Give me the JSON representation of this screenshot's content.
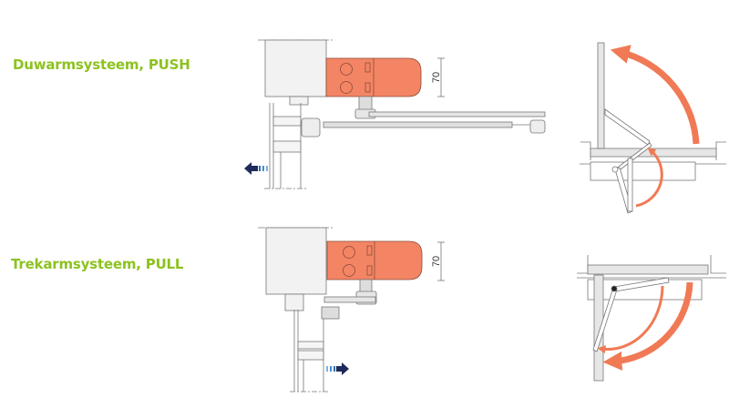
{
  "sections": [
    {
      "title": "Duwarmsysteem, PUSH",
      "dimension": "70",
      "direction": "left"
    },
    {
      "title": "Trekarmsysteem, PULL",
      "dimension": "70",
      "direction": "right"
    }
  ],
  "colors": {
    "title": "#8dc21f",
    "operator": "#f38564",
    "arrow": "#f07a55",
    "direction_arrow": "#1f2a5c",
    "frame": "#e4e4e4"
  }
}
